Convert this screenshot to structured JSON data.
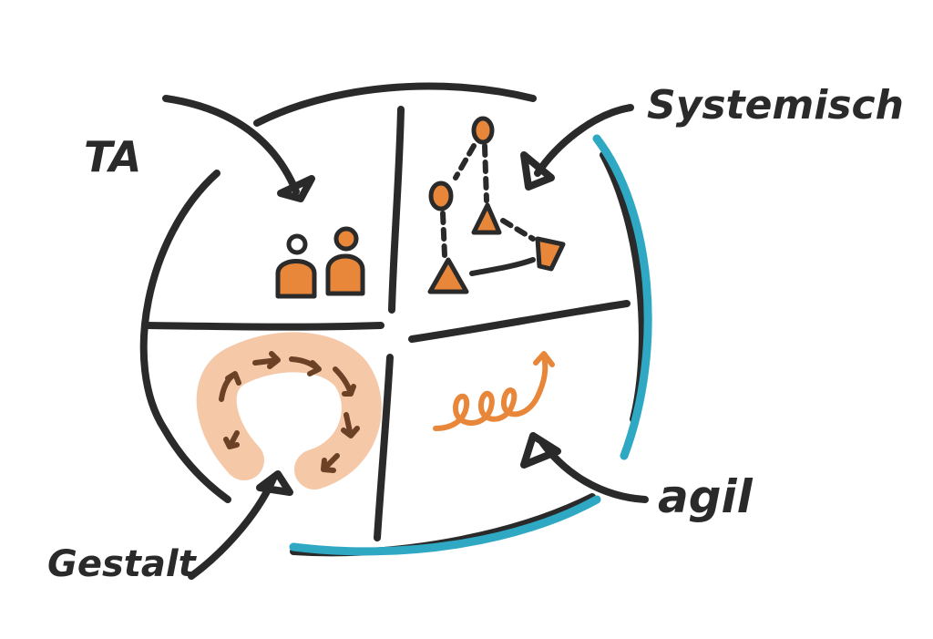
{
  "labels": {
    "top_left": "TA",
    "top_right": "Systemisch",
    "bottom_left": "Gestalt",
    "bottom_right": "agil"
  },
  "quadrant_icons": {
    "top_left": "two-people-icon",
    "top_right": "system-constellation-icon",
    "bottom_left": "cycle-arrows-icon",
    "bottom_right": "agile-spiral-icon"
  },
  "colors": {
    "ink": "#2a2a2a",
    "accent_orange": "#e8873a",
    "accent_peach": "#f5c8a8",
    "accent_brown": "#6b4226",
    "accent_blue": "#2fa8c4"
  }
}
